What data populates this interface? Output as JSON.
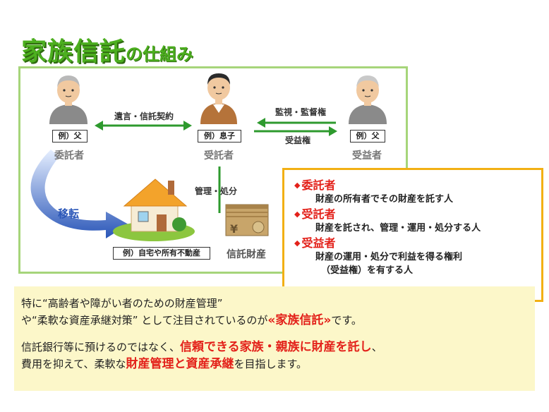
{
  "title": {
    "main": "家族信託",
    "sub": "の仕組み"
  },
  "people": {
    "left": {
      "label": "例）父",
      "role": "委託者"
    },
    "center": {
      "label": "例）息子",
      "role": "受託者"
    },
    "right": {
      "label": "例）父",
      "role": "受益者"
    }
  },
  "arrows": {
    "will_contract": "遺言・信託契約",
    "monitor": "監視・監督権",
    "benefit": "受益権",
    "manage": "管理・処分",
    "transfer": "移転"
  },
  "assets": {
    "house_label": "例）自宅や所有不動産",
    "trust_property": "信託財産",
    "yen_symbol": "¥"
  },
  "roles_panel": {
    "entrustor": {
      "title": "委託者",
      "desc": "財産の所有者でその財産を託す人"
    },
    "trustee": {
      "title": "受託者",
      "desc": "財産を託され、管理・運用・処分する人"
    },
    "beneficiary": {
      "title": "受益者",
      "desc_line1": "財産の運用・処分で利益を得る権利",
      "desc_line2": "（受益権）を有する人"
    }
  },
  "note": {
    "line1": "特に“高齢者や障がい者のための財産管理”",
    "line2_a": "や“柔軟な資産承継対策” として注目されているのが",
    "line2_b": "«家族信託»",
    "line2_c": "です。",
    "line3_a": "信託銀行等に預けるのではなく、",
    "line3_b": "信頼できる家族・親族に財産を託し",
    "line3_c": "、",
    "line4_a": "費用を抑えて、柔軟な",
    "line4_b": "財産管理と資産承継",
    "line4_c": "を目指します。"
  },
  "colors": {
    "title_green": "#4caf1f",
    "frame_green": "#a6d57a",
    "arrow_green": "#2e9a2e",
    "accent_red": "#e3211a",
    "panel_border": "#f2b014",
    "note_bg": "#fcf7c9",
    "transfer_blue": "#2a56b8"
  }
}
